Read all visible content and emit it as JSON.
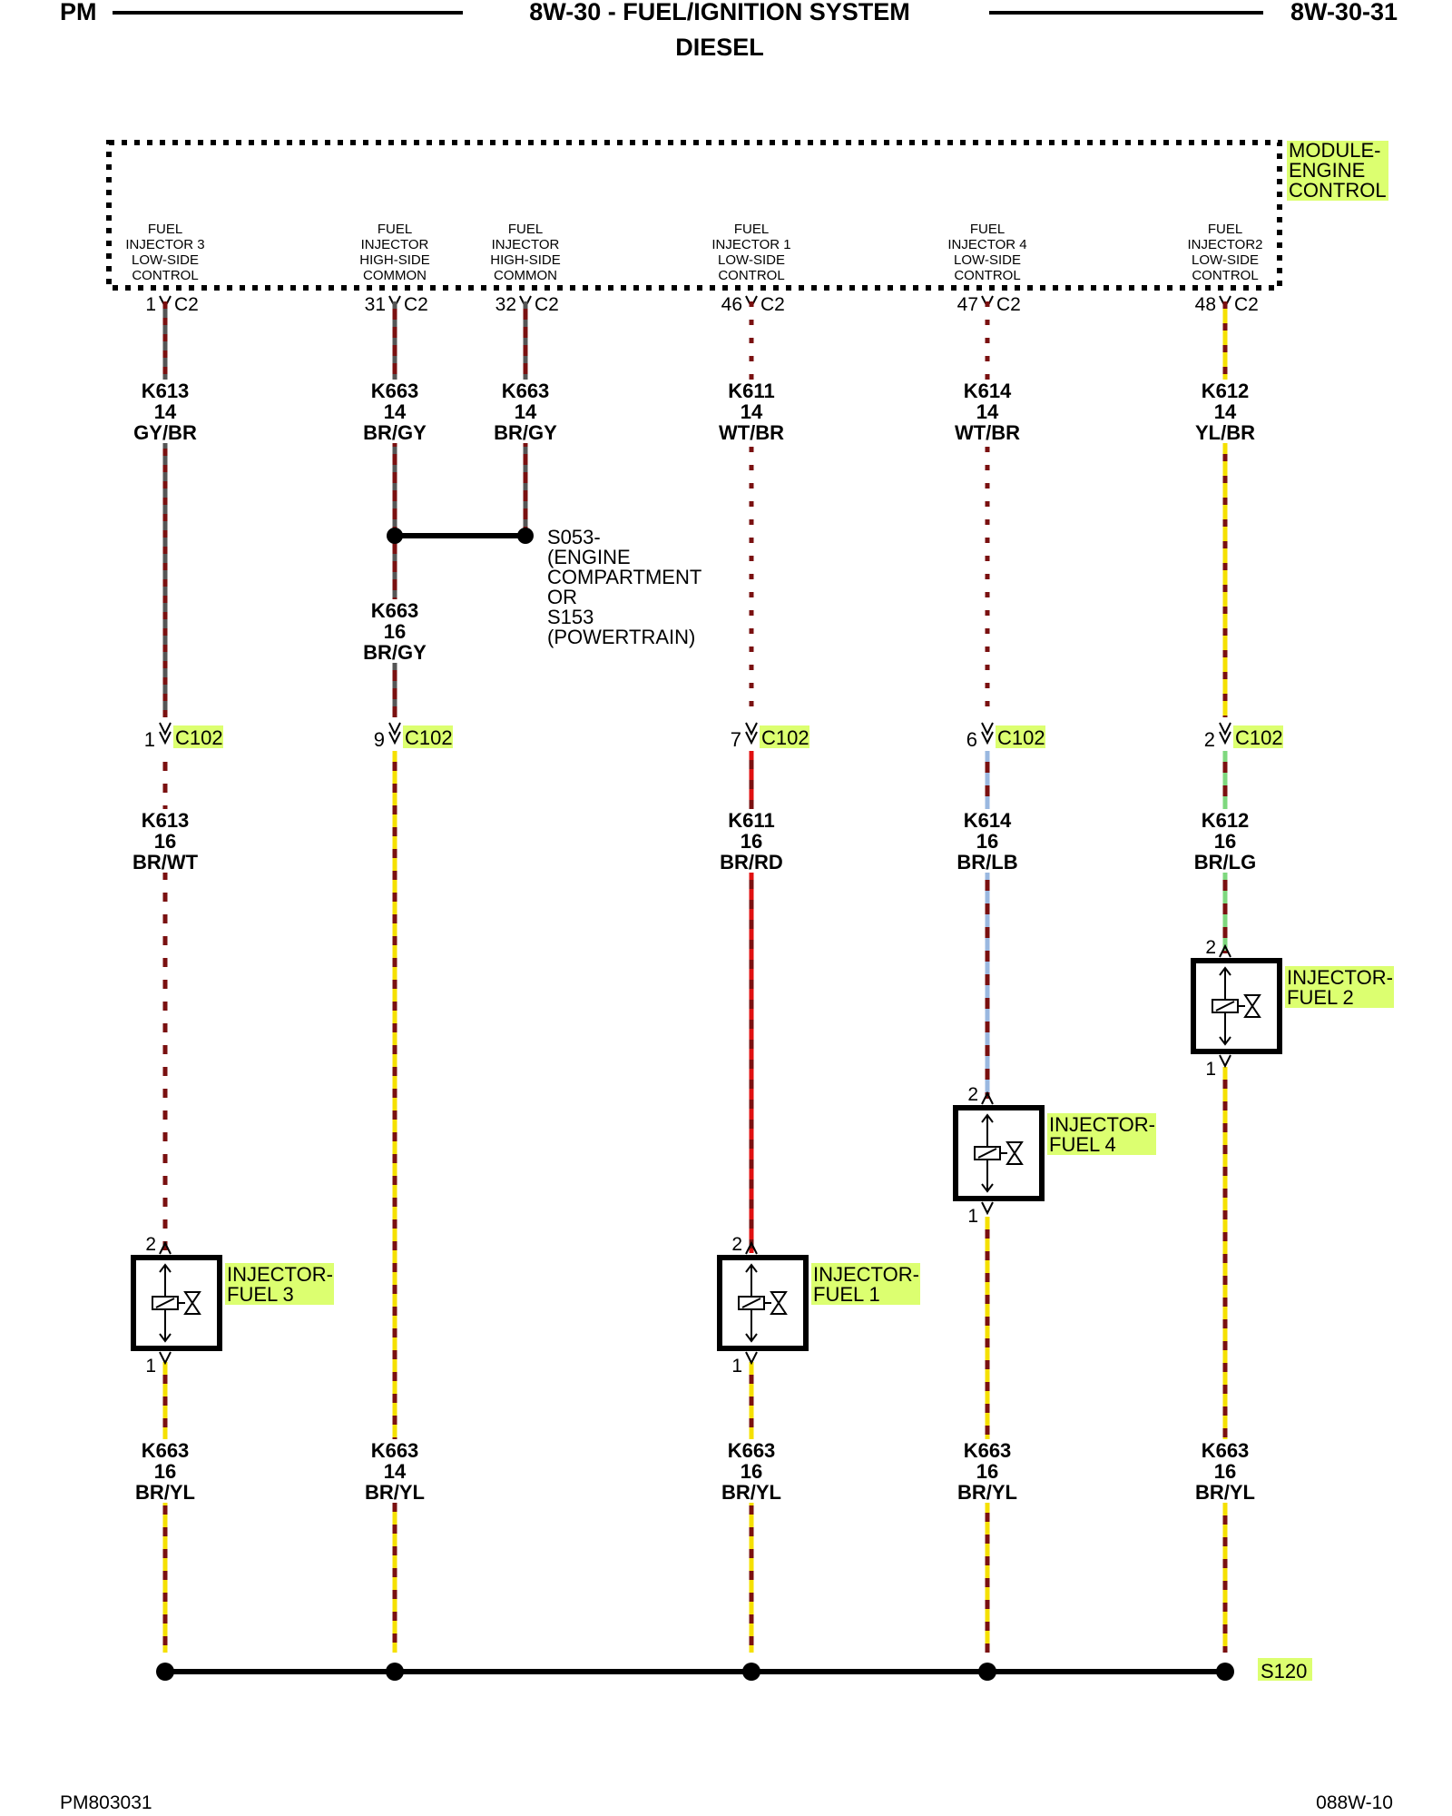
{
  "header": {
    "left": "PM",
    "title": "8W-30 - FUEL/IGNITION SYSTEM",
    "subtitle": "DIESEL",
    "right": "8W-30-31"
  },
  "module": {
    "name_lines": [
      "MODULE-",
      "ENGINE",
      "CONTROL"
    ]
  },
  "module_pins": [
    {
      "lines": [
        "FUEL",
        "INJECTOR 3",
        "LOW-SIDE",
        "CONTROL"
      ],
      "pin": "1",
      "connector": "C2"
    },
    {
      "lines": [
        "FUEL",
        "INJECTOR",
        "HIGH-SIDE",
        "COMMON"
      ],
      "pin": "31",
      "connector": "C2"
    },
    {
      "lines": [
        "FUEL",
        "INJECTOR",
        "HIGH-SIDE",
        "COMMON"
      ],
      "pin": "32",
      "connector": "C2"
    },
    {
      "lines": [
        "FUEL",
        "INJECTOR 1",
        "LOW-SIDE",
        "CONTROL"
      ],
      "pin": "46",
      "connector": "C2"
    },
    {
      "lines": [
        "FUEL",
        "INJECTOR 4",
        "LOW-SIDE",
        "CONTROL"
      ],
      "pin": "47",
      "connector": "C2"
    },
    {
      "lines": [
        "FUEL",
        "INJECTOR2",
        "LOW-SIDE",
        "CONTROL"
      ],
      "pin": "48",
      "connector": "C2"
    }
  ],
  "upper_wires": [
    {
      "circuit": "K613",
      "gauge": "14",
      "color": "GY/BR"
    },
    {
      "circuit": "K663",
      "gauge": "14",
      "color": "BR/GY"
    },
    {
      "circuit": "K663",
      "gauge": "14",
      "color": "BR/GY"
    },
    {
      "circuit": "K611",
      "gauge": "14",
      "color": "WT/BR"
    },
    {
      "circuit": "K614",
      "gauge": "14",
      "color": "WT/BR"
    },
    {
      "circuit": "K612",
      "gauge": "14",
      "color": "YL/BR"
    }
  ],
  "splice_top": {
    "lines": [
      "S053-",
      "(ENGINE",
      "COMPARTMENT",
      "OR",
      "S153",
      "(POWERTRAIN)"
    ],
    "wire": {
      "circuit": "K663",
      "gauge": "16",
      "color": "BR/GY"
    }
  },
  "c102": [
    {
      "pin": "1",
      "name": "C102"
    },
    {
      "pin": "9",
      "name": "C102"
    },
    {
      "pin": "7",
      "name": "C102"
    },
    {
      "pin": "6",
      "name": "C102"
    },
    {
      "pin": "2",
      "name": "C102"
    }
  ],
  "middle_wires": [
    {
      "circuit": "K613",
      "gauge": "16",
      "color": "BR/WT"
    },
    {
      "circuit": "K611",
      "gauge": "16",
      "color": "BR/RD"
    },
    {
      "circuit": "K614",
      "gauge": "16",
      "color": "BR/LB"
    },
    {
      "circuit": "K612",
      "gauge": "16",
      "color": "BR/LG"
    }
  ],
  "injectors": [
    {
      "label_lines": [
        "INJECTOR-",
        "FUEL 3"
      ],
      "top_pin": "2",
      "bottom_pin": "1"
    },
    {
      "label_lines": [
        "INJECTOR-",
        "FUEL 1"
      ],
      "top_pin": "2",
      "bottom_pin": "1"
    },
    {
      "label_lines": [
        "INJECTOR-",
        "FUEL 4"
      ],
      "top_pin": "2",
      "bottom_pin": "1"
    },
    {
      "label_lines": [
        "INJECTOR-",
        "FUEL 2"
      ],
      "top_pin": "2",
      "bottom_pin": "1"
    }
  ],
  "lower_wires": [
    {
      "circuit": "K663",
      "gauge": "16",
      "color": "BR/YL"
    },
    {
      "circuit": "K663",
      "gauge": "14",
      "color": "BR/YL"
    },
    {
      "circuit": "K663",
      "gauge": "16",
      "color": "BR/YL"
    },
    {
      "circuit": "K663",
      "gauge": "16",
      "color": "BR/YL"
    },
    {
      "circuit": "K663",
      "gauge": "16",
      "color": "BR/YL"
    }
  ],
  "splice_bottom": {
    "name": "S120"
  },
  "footer": {
    "left": "PM803031",
    "right": "088W-10"
  },
  "colors": {
    "highlight": "#dcff70",
    "brown": "#7a1010",
    "yellow": "#f5e000",
    "red": "#e01010",
    "white": "#ffffff",
    "gray": "#555555",
    "light_blue": "#9ab8e0",
    "light_green": "#7ed87e",
    "black": "#000000"
  }
}
